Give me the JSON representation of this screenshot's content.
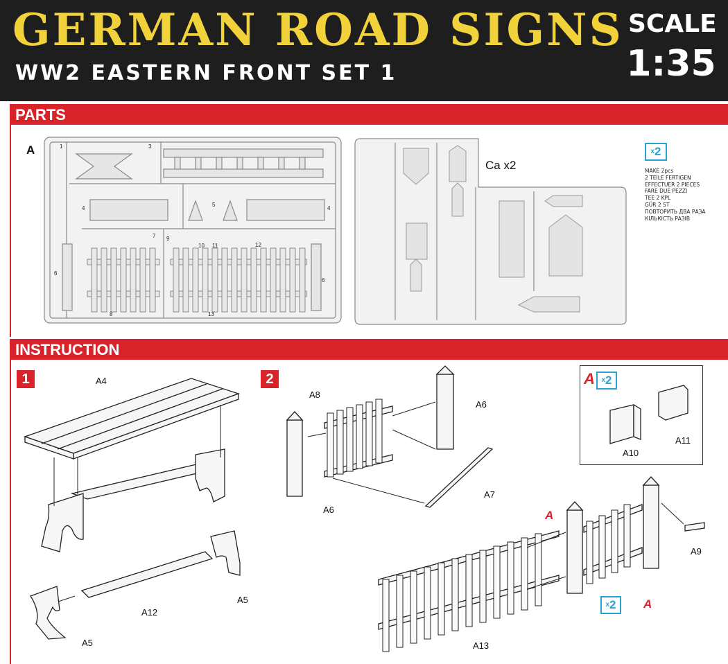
{
  "header": {
    "title": "GERMAN ROAD SIGNS",
    "subtitle": "WW2 EASTERN FRONT SET 1",
    "scale_label": "SCALE",
    "scale_value": "1:35"
  },
  "sections": {
    "parts": "PARTS",
    "instruction": "INSTRUCTION"
  },
  "sprue_a": {
    "letter": "A",
    "part_numbers": [
      "1",
      "3",
      "4",
      "5",
      "4",
      "7",
      "9",
      "10",
      "11",
      "12",
      "6",
      "6",
      "8",
      "13"
    ]
  },
  "sprue_ca": {
    "label": "Ca x2"
  },
  "make_two": {
    "badge": "2",
    "lines": [
      "MAKE 2pcs",
      "2 TEILE FERTIGEN",
      "EFFECTUER 2 PIECES",
      "FARE DUE PEZZI",
      "TEE 2 KPL",
      "GÜR 2 ST",
      "ПОВТОРИТЬ ДВА РАЗА",
      "КІЛЬКІСТЬ РАЗІВ"
    ]
  },
  "steps": {
    "step1": {
      "number": "1",
      "labels": {
        "a4": "A4",
        "a12": "A12",
        "a5_right": "A5",
        "a5_left": "A5"
      }
    },
    "step2": {
      "number": "2",
      "labels": {
        "a8": "A8",
        "a6_top": "A6",
        "a6_bottom": "A6",
        "a7": "A7",
        "a9": "A9",
        "a13": "A13",
        "a_mark1": "A",
        "a_mark2": "A"
      },
      "badge2": "2"
    },
    "inset": {
      "mark": "A",
      "badge": "2",
      "labels": {
        "a10": "A10",
        "a11": "A11"
      }
    }
  },
  "colors": {
    "accent_red": "#d8232a",
    "title_yellow": "#f1d23a",
    "badge_blue": "#29a3d6",
    "header_bg": "#1e1e1e"
  }
}
